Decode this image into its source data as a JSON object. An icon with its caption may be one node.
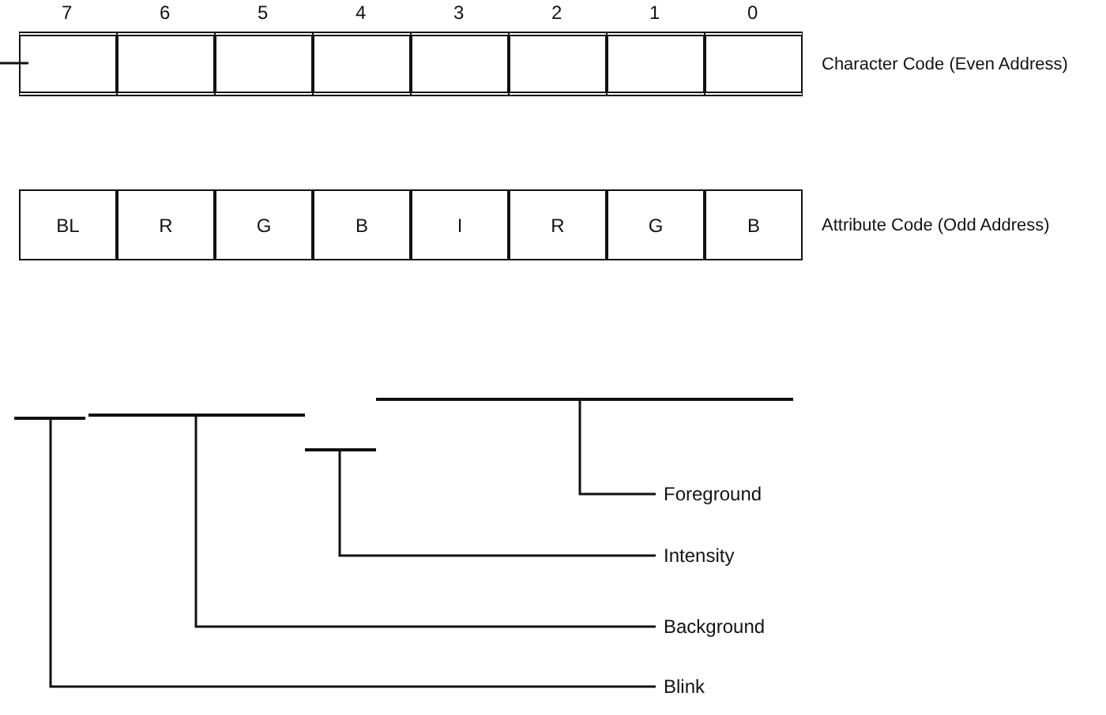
{
  "diagram": {
    "nodes": [
      {
        "text": [],
        "shape": "box"
      },
      {
        "text": [],
        "shape": "box"
      },
      {
        "text": [],
        "shape": "box"
      },
      {
        "text": [],
        "shape": "box"
      },
      {
        "text": [],
        "shape": "box"
      },
      {
        "text": [],
        "shape": "box"
      },
      {
        "text": [],
        "shape": "box"
      },
      {
        "text": [],
        "shape": "box"
      },
      {
        "text": [
          "BL"
        ]
      },
      {
        "text": [
          "R"
        ]
      },
      {
        "text": [
          "G"
        ]
      },
      {
        "text": [
          "B"
        ]
      },
      {
        "text": [
          "I"
        ]
      },
      {
        "text": [
          "R"
        ]
      },
      {
        "text": [
          "G"
        ]
      },
      {
        "text": [
          "B"
        ]
      },
      {
        "text": [],
        "shape": "bar"
      },
      {
        "text": [],
        "shape": "bar"
      },
      {
        "text": [],
        "shape": "bar"
      },
      {
        "text": [],
        "shape": "bar"
      },
      {
        "text": [
          "Foreground"
        ]
      },
      {
        "text": [
          "Intensity"
        ]
      },
      {
        "text": [
          "Background"
        ]
      },
      {
        "text": [
          "Blink"
        ]
      }
    ],
    "edges": [
      {
        "from": 20,
        "to": 16,
        "arrow": "none"
      },
      {
        "from": 21,
        "to": 17,
        "arrow": "none"
      },
      {
        "from": 22,
        "to": 19,
        "arrow": "none"
      },
      {
        "from": 23,
        "to": 18,
        "arrow": "none"
      }
    ],
    "labels": [
      "7",
      "6",
      "5",
      "4",
      "3",
      "2",
      "1",
      "0",
      "Character Code (Even Address)",
      "Attribute Code (Odd Address)"
    ]
  }
}
